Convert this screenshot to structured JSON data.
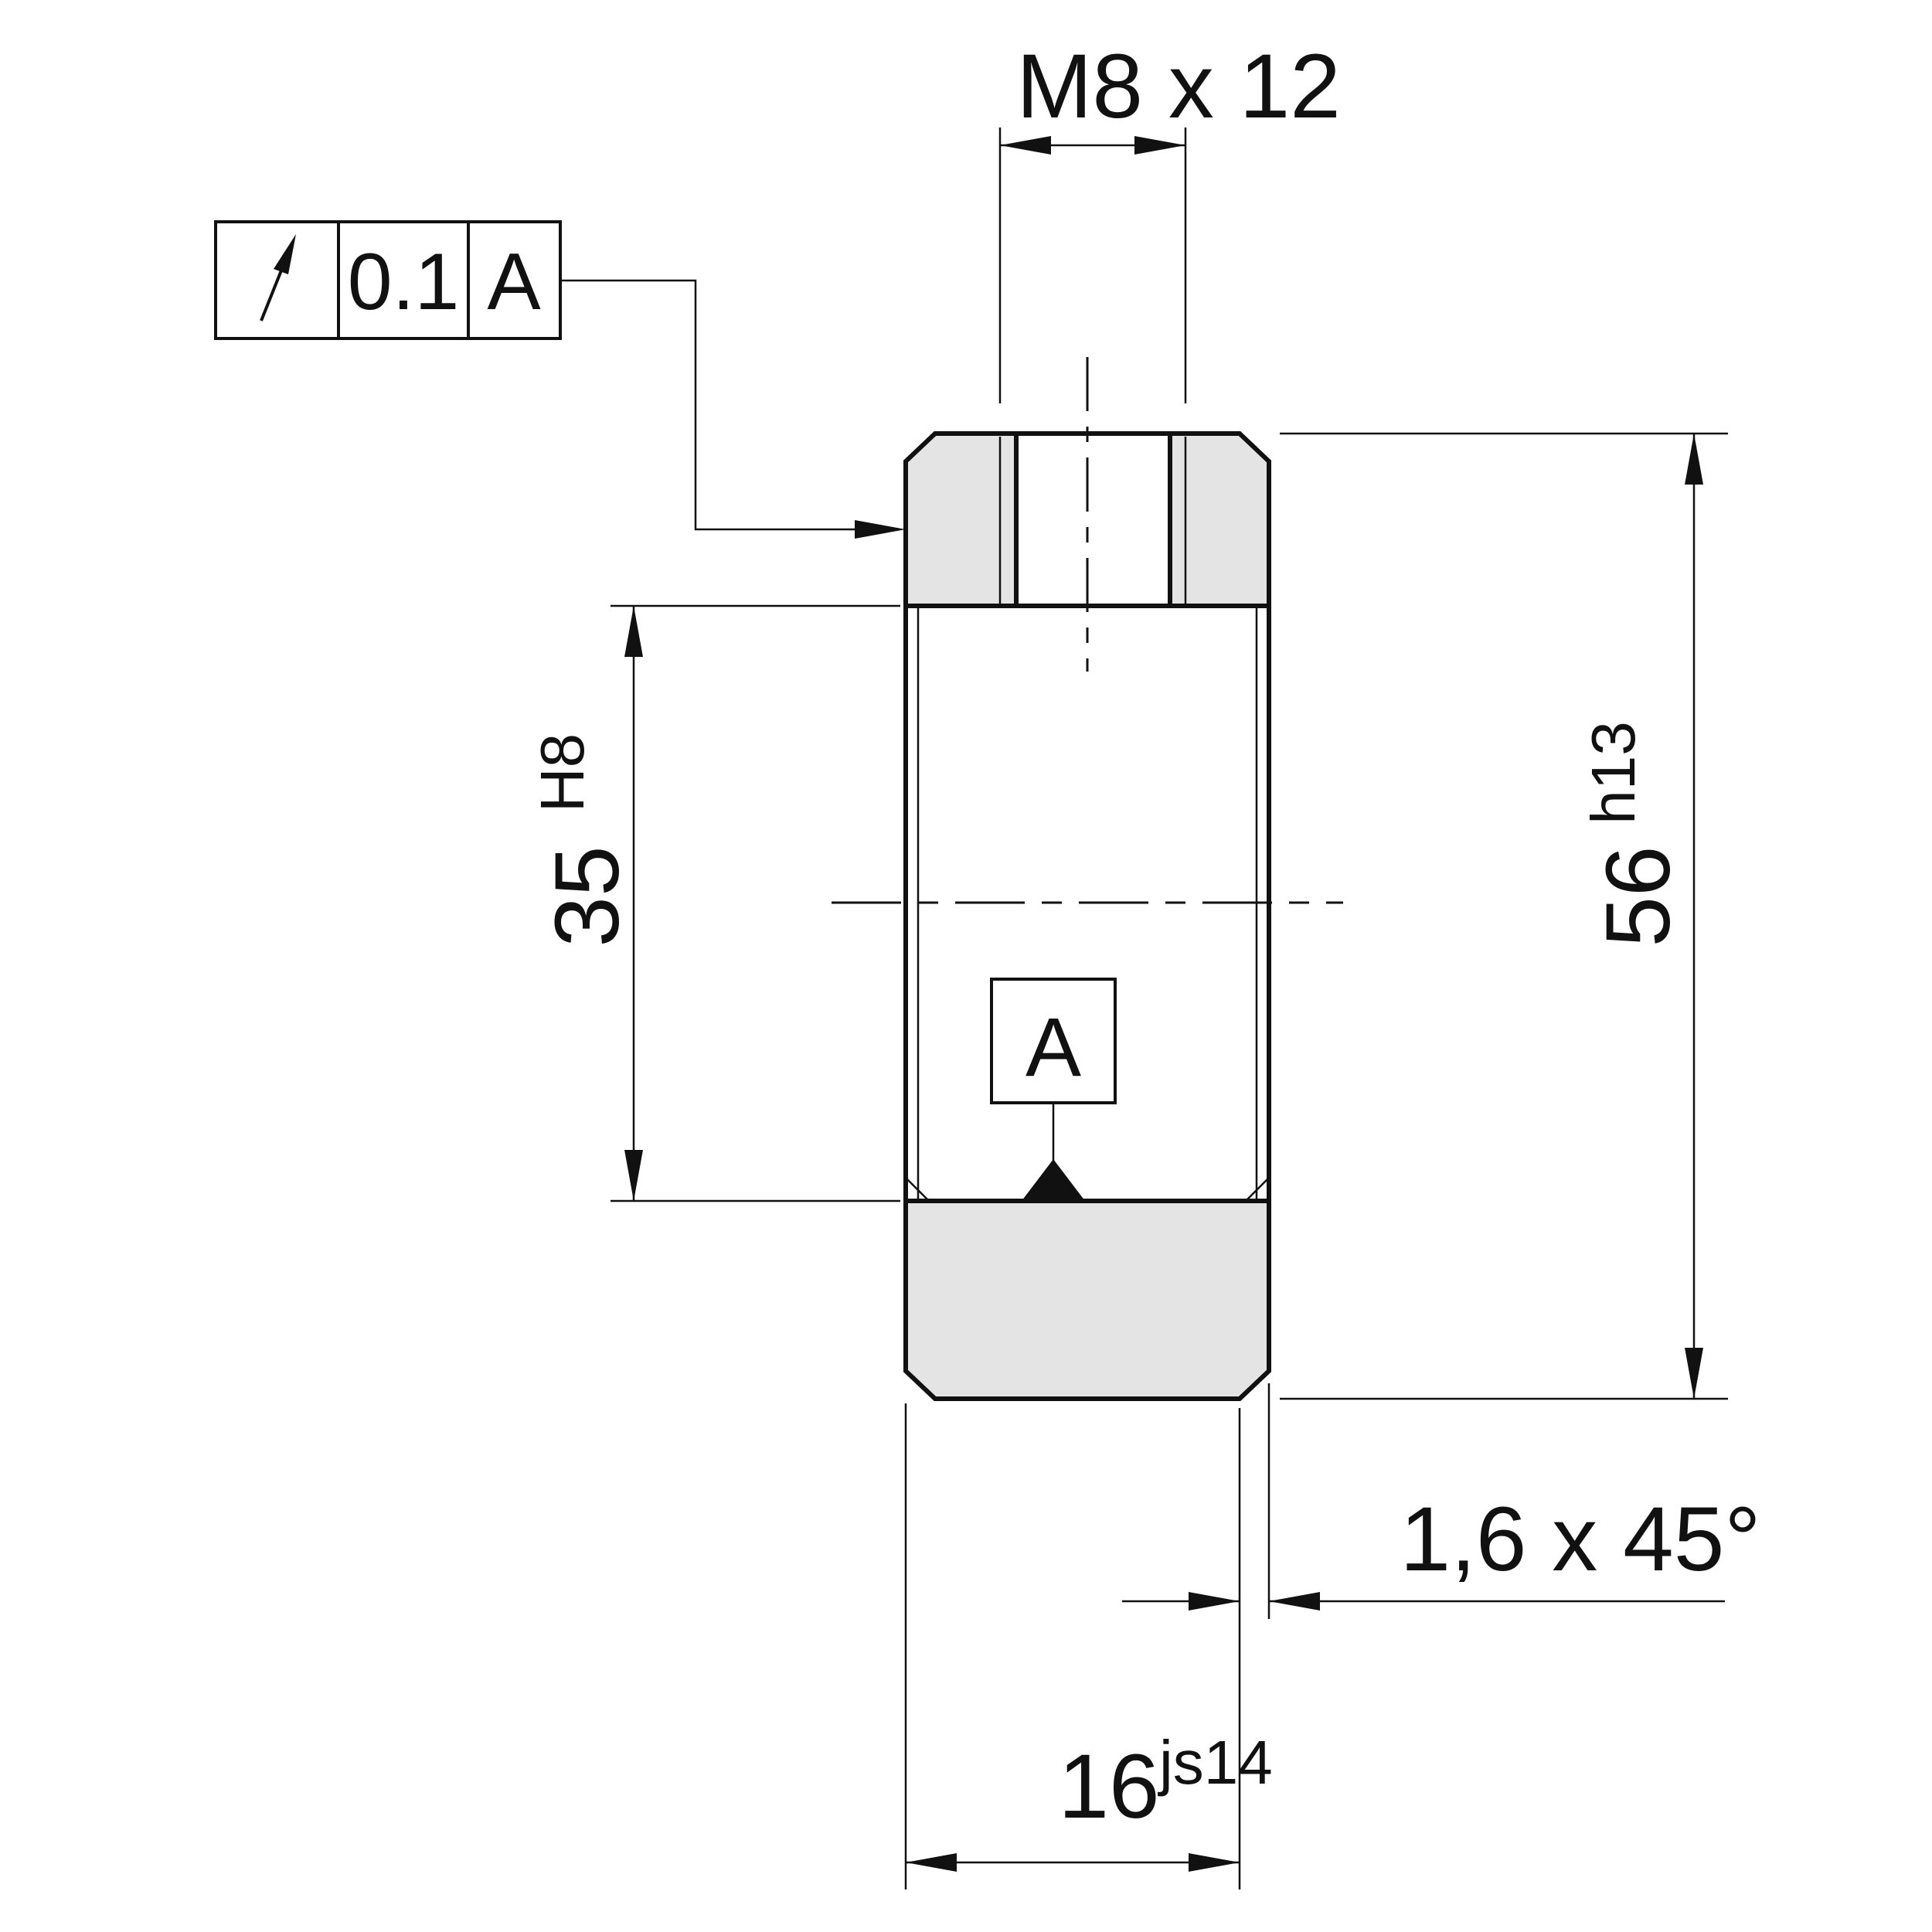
{
  "colors": {
    "line": "#111111",
    "section_fill": "#e4e4e4",
    "background": "#ffffff"
  },
  "feature_control_frame": {
    "symbol_icon": "circular-runout",
    "tolerance": "0.1",
    "datum": "A"
  },
  "datum_flag": {
    "label": "A"
  },
  "dimensions": {
    "thread": "M8 x 12",
    "bore_value": "35",
    "bore_tolerance": "H8",
    "outer_value": "56",
    "outer_tolerance": "h13",
    "chamfer": "1,6 x 45°",
    "width_value": "16",
    "width_tolerance": "js14"
  }
}
